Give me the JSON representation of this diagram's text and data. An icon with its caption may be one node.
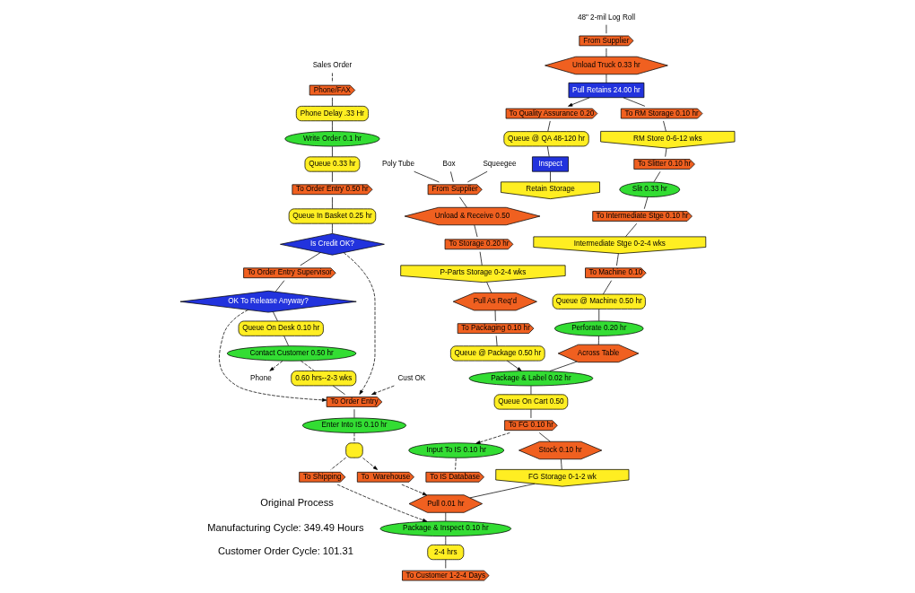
{
  "diagram": {
    "nodes": [
      {
        "text": [
          "Sales Order"
        ]
      },
      {
        "text": [
          "Phone/FAX"
        ]
      },
      {
        "text": [
          "Phone Delay .33 Hr"
        ]
      },
      {
        "text": [
          "Write Order 0.1 hr"
        ]
      },
      {
        "text": [
          "Queue 0.33 hr"
        ]
      },
      {
        "text": [
          "To Order Entry 0.50 hr"
        ]
      },
      {
        "text": [
          "Queue In Basket 0.25 hr"
        ]
      },
      {
        "text": [
          "Is Credit OK?"
        ]
      },
      {
        "text": [
          "To Order Entry Supervisor"
        ]
      },
      {
        "text": [
          "OK To Release Anyway?"
        ]
      },
      {
        "text": [
          "Queue On Desk 0.10 hr"
        ]
      },
      {
        "text": [
          "Contact Customer 0.50 hr"
        ]
      },
      {
        "text": [
          "Phone"
        ]
      },
      {
        "text": [
          "0.60 hrs--2-3 wks"
        ]
      },
      {
        "text": [
          "Cust OK"
        ]
      },
      {
        "text": [
          "To Order Entry"
        ]
      },
      {
        "text": [
          "Enter Into IS 0.10 hr"
        ]
      },
      {
        "text": [],
        "shape": "delay"
      },
      {
        "text": [
          "To Shipping"
        ]
      },
      {
        "text": [
          "To  Warehouse"
        ]
      },
      {
        "text": [
          "Poly Tube"
        ]
      },
      {
        "text": [
          "Box"
        ]
      },
      {
        "text": [
          "Squeegee"
        ]
      },
      {
        "text": [
          "From Supplier"
        ]
      },
      {
        "text": [
          "Unload & Receive 0.50"
        ]
      },
      {
        "text": [
          "To Storage 0.20 hr"
        ]
      },
      {
        "text": [
          "P-Parts Storage 0-2-4 wks"
        ]
      },
      {
        "text": [
          "Pull As Req'd"
        ]
      },
      {
        "text": [
          "To Packaging 0.10 hr"
        ]
      },
      {
        "text": [
          "Queue @ Package 0.50 hr"
        ]
      },
      {
        "text": [
          "48\" 2-mil Log Roll"
        ]
      },
      {
        "text": [
          "From Supplier"
        ]
      },
      {
        "text": [
          "Unload Truck 0.33 hr"
        ]
      },
      {
        "text": [
          "Pull Retains 24.00 hr"
        ]
      },
      {
        "text": [
          "To RM Storage 0.10 hr"
        ]
      },
      {
        "text": [
          "RM Store 0-6-12 wks"
        ]
      },
      {
        "text": [
          "To Slitter 0.10 hr"
        ]
      },
      {
        "text": [
          "Slit 0.33 hr"
        ]
      },
      {
        "text": [
          "To Intermediate Stge 0.10 hr"
        ]
      },
      {
        "text": [
          "Intermediate Stge 0-2-4 wks"
        ]
      },
      {
        "text": [
          "To Machine 0.10"
        ]
      },
      {
        "text": [
          "Queue @ Machine 0.50 hr"
        ]
      },
      {
        "text": [
          "Perforate 0.20 hr"
        ]
      },
      {
        "text": [
          "Across Table"
        ]
      },
      {
        "text": [
          "Package & Label 0.02 hr"
        ]
      },
      {
        "text": [
          "Queue On Cart 0.50"
        ]
      },
      {
        "text": [
          "To FG 0.10 hr"
        ]
      },
      {
        "text": [
          "Stock 0.10 hr"
        ]
      },
      {
        "text": [
          "FG Storage 0-1-2 wk"
        ]
      },
      {
        "text": [
          "Pull 0.01 hr"
        ]
      },
      {
        "text": [
          "Package & Inspect 0.10 hr"
        ]
      },
      {
        "text": [
          "2-4 hrs"
        ]
      },
      {
        "text": [
          "To Customer 1-2-4 Days"
        ]
      },
      {
        "text": [
          "To Quality Assurance 0.20"
        ]
      },
      {
        "text": [
          "Queue @ QA 48-120 hr"
        ]
      },
      {
        "text": [
          "Inspect"
        ]
      },
      {
        "text": [
          "Retain Storage"
        ]
      },
      {
        "text": [
          "Input To IS 0.10 hr"
        ]
      },
      {
        "text": [
          "To IS Database"
        ]
      }
    ],
    "edges": [
      {
        "from": 0,
        "to": 1,
        "arrow": "none",
        "style": "dashed"
      },
      {
        "from": 1,
        "to": 2,
        "arrow": "none"
      },
      {
        "from": 2,
        "to": 3,
        "arrow": "none"
      },
      {
        "from": 3,
        "to": 4,
        "arrow": "none"
      },
      {
        "from": 4,
        "to": 5,
        "arrow": "none"
      },
      {
        "from": 5,
        "to": 6,
        "arrow": "none"
      },
      {
        "from": 6,
        "to": 7,
        "arrow": "none"
      },
      {
        "from": 7,
        "to": 8,
        "arrow": "none"
      },
      {
        "from": 8,
        "to": 9,
        "arrow": "none"
      },
      {
        "from": 9,
        "to": 10,
        "arrow": "none"
      },
      {
        "from": 10,
        "to": 11,
        "arrow": "none"
      },
      {
        "from": 11,
        "to": 12,
        "arrow": "to",
        "style": "dashed"
      },
      {
        "from": 11,
        "to": 13,
        "arrow": "none",
        "style": "dashed"
      },
      {
        "from": 7,
        "to": 15,
        "arrow": "to",
        "style": "dashed"
      },
      {
        "from": 9,
        "to": 15,
        "arrow": "to",
        "style": "dashed"
      },
      {
        "from": 14,
        "to": 15,
        "arrow": "to",
        "style": "dashed"
      },
      {
        "from": 13,
        "to": 15,
        "arrow": "none"
      },
      {
        "from": 15,
        "to": 16,
        "arrow": "none"
      },
      {
        "from": 16,
        "to": 17,
        "arrow": "none",
        "style": "dashed"
      },
      {
        "from": 17,
        "to": 18,
        "arrow": "none",
        "style": "dashed"
      },
      {
        "from": 17,
        "to": 19,
        "arrow": "to",
        "style": "dashed"
      },
      {
        "from": 19,
        "to": 49,
        "arrow": "to",
        "style": "dashed"
      },
      {
        "from": 18,
        "to": 50,
        "arrow": "to",
        "style": "dashed"
      },
      {
        "from": 20,
        "to": 23,
        "arrow": "none"
      },
      {
        "from": 21,
        "to": 23,
        "arrow": "none"
      },
      {
        "from": 22,
        "to": 23,
        "arrow": "none"
      },
      {
        "from": 23,
        "to": 24,
        "arrow": "none"
      },
      {
        "from": 24,
        "to": 25,
        "arrow": "none"
      },
      {
        "from": 25,
        "to": 26,
        "arrow": "none"
      },
      {
        "from": 26,
        "to": 27,
        "arrow": "none"
      },
      {
        "from": 27,
        "to": 28,
        "arrow": "none"
      },
      {
        "from": 28,
        "to": 29,
        "arrow": "none"
      },
      {
        "from": 29,
        "to": 44,
        "arrow": "to"
      },
      {
        "from": 30,
        "to": 31,
        "arrow": "none"
      },
      {
        "from": 31,
        "to": 32,
        "arrow": "none"
      },
      {
        "from": 32,
        "to": 33,
        "arrow": "none"
      },
      {
        "from": 33,
        "to": 34,
        "arrow": "none"
      },
      {
        "from": 34,
        "to": 35,
        "arrow": "none"
      },
      {
        "from": 35,
        "to": 36,
        "arrow": "none"
      },
      {
        "from": 36,
        "to": 37,
        "arrow": "none"
      },
      {
        "from": 37,
        "to": 38,
        "arrow": "none"
      },
      {
        "from": 38,
        "to": 39,
        "arrow": "none"
      },
      {
        "from": 39,
        "to": 40,
        "arrow": "none"
      },
      {
        "from": 40,
        "to": 41,
        "arrow": "none"
      },
      {
        "from": 41,
        "to": 42,
        "arrow": "none"
      },
      {
        "from": 42,
        "to": 43,
        "arrow": "none"
      },
      {
        "from": 43,
        "to": 44,
        "arrow": "none"
      },
      {
        "from": 44,
        "to": 45,
        "arrow": "none"
      },
      {
        "from": 45,
        "to": 46,
        "arrow": "none"
      },
      {
        "from": 46,
        "to": 47,
        "arrow": "none"
      },
      {
        "from": 47,
        "to": 48,
        "arrow": "none"
      },
      {
        "from": 48,
        "to": 49,
        "arrow": "none"
      },
      {
        "from": 49,
        "to": 50,
        "arrow": "none"
      },
      {
        "from": 50,
        "to": 51,
        "arrow": "none"
      },
      {
        "from": 51,
        "to": 52,
        "arrow": "none"
      },
      {
        "from": 33,
        "to": 53,
        "arrow": "to"
      },
      {
        "from": 53,
        "to": 54,
        "arrow": "none"
      },
      {
        "from": 54,
        "to": 55,
        "arrow": "none"
      },
      {
        "from": 55,
        "to": 56,
        "arrow": "none"
      },
      {
        "from": 46,
        "to": 57,
        "arrow": "to",
        "style": "dashed"
      },
      {
        "from": 57,
        "to": 58,
        "arrow": "none",
        "style": "dashed"
      }
    ],
    "labels": [
      "Original Process",
      "Manufacturing Cycle: 349.49 Hours",
      "Customer Order Cycle: 101.31"
    ]
  }
}
